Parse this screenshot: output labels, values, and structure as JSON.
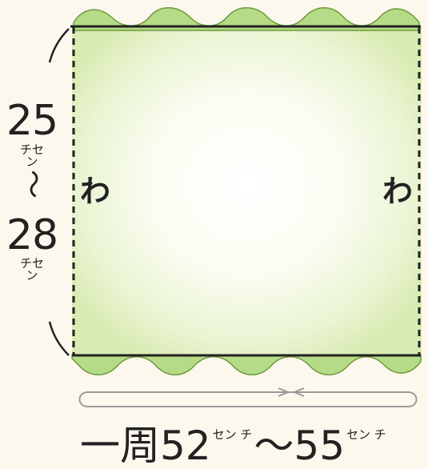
{
  "height": {
    "min_value": "25",
    "max_value": "28",
    "unit": "チセン",
    "range_separator": "〜"
  },
  "fold_mark": "わ",
  "circumference": {
    "prefix": "一周",
    "min_value": "52",
    "max_value": "55",
    "unit": "セン チ",
    "range_separator": "〜"
  },
  "colors": {
    "background": "#fdf8ee",
    "fabric_fill": "#e9f3cf",
    "fabric_center": "#ffffff",
    "ruffle_green": "#a9d27a",
    "outline": "#222222",
    "arrow": "#9a9a9a"
  }
}
